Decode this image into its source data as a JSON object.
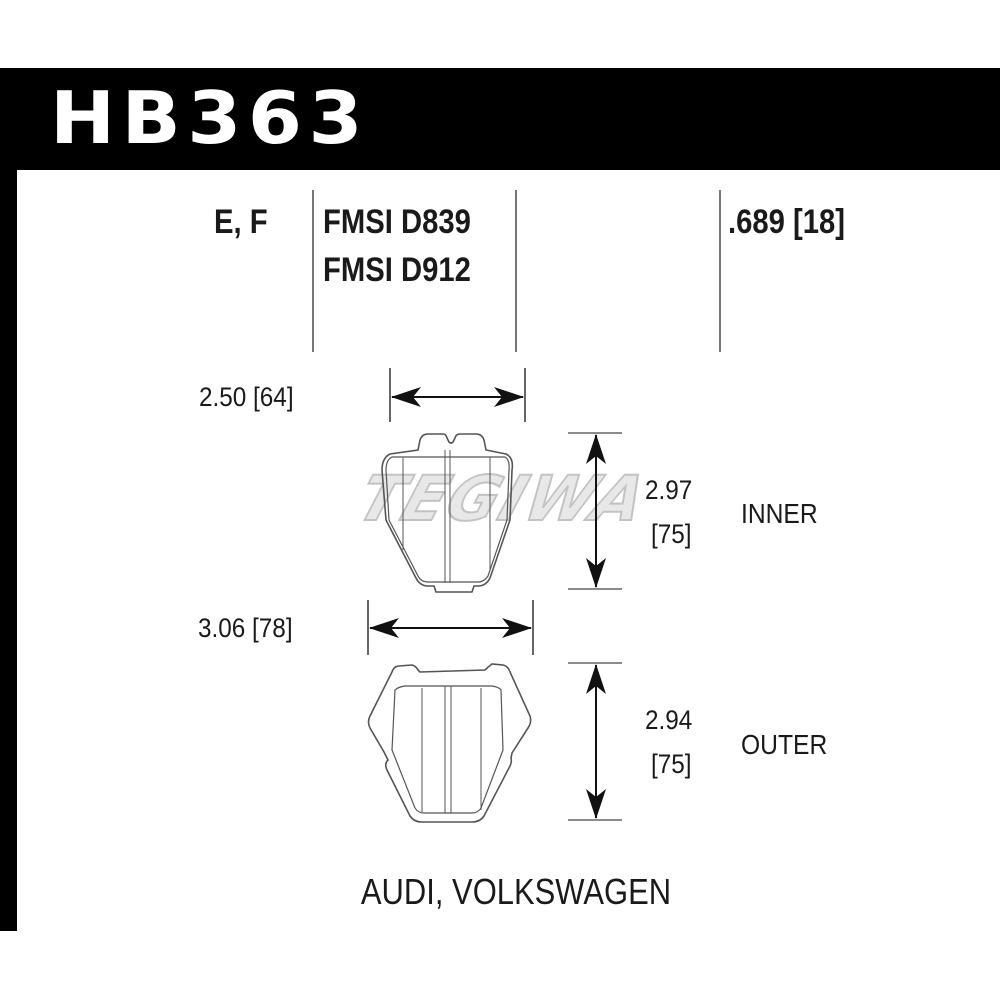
{
  "header": {
    "part_number": "HB363",
    "bar_color": "#000000"
  },
  "specs": {
    "compound_codes": "E, F",
    "fmsi": [
      "FMSI D839",
      "FMSI D912"
    ],
    "thickness": ".689 [18]"
  },
  "inner_pad": {
    "width_dim": "2.50 [64]",
    "height_in": "2.97",
    "height_mm": "[75]",
    "label": "INNER"
  },
  "outer_pad": {
    "width_dim": "3.06 [78]",
    "height_in": "2.94",
    "height_mm": "[75]",
    "label": "OUTER"
  },
  "application": "AUDI, VOLKSWAGEN",
  "watermark": "TEGIWA"
}
